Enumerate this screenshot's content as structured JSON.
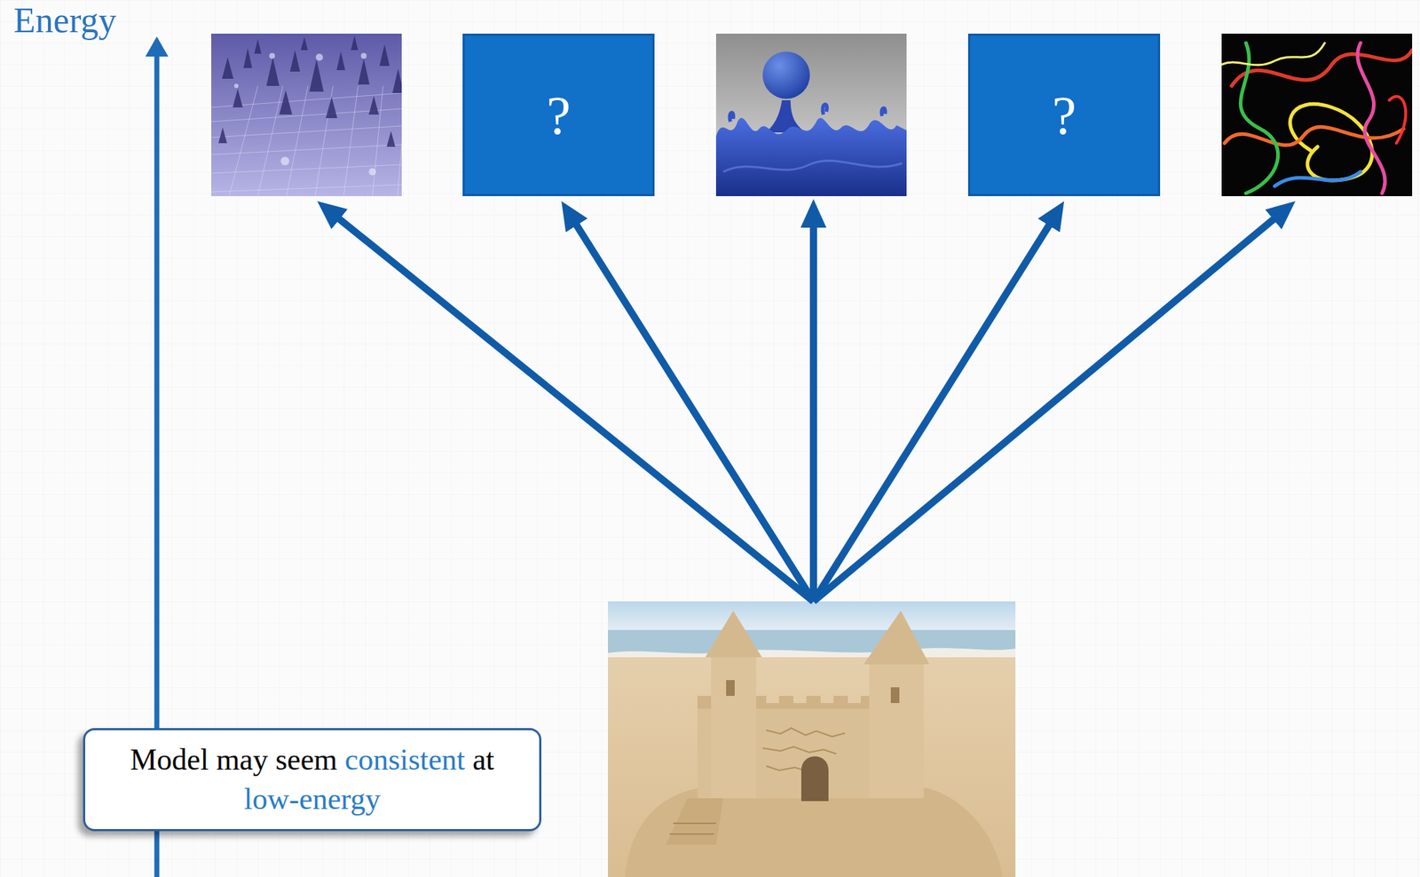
{
  "diagram": {
    "nodes": [
      {
        "text": [
          "?"
        ]
      },
      {
        "text": [
          "?"
        ]
      },
      {
        "text": [
          "Model may seem consistent at low-energy"
        ]
      }
    ],
    "labels": [
      "Energy"
    ]
  }
}
